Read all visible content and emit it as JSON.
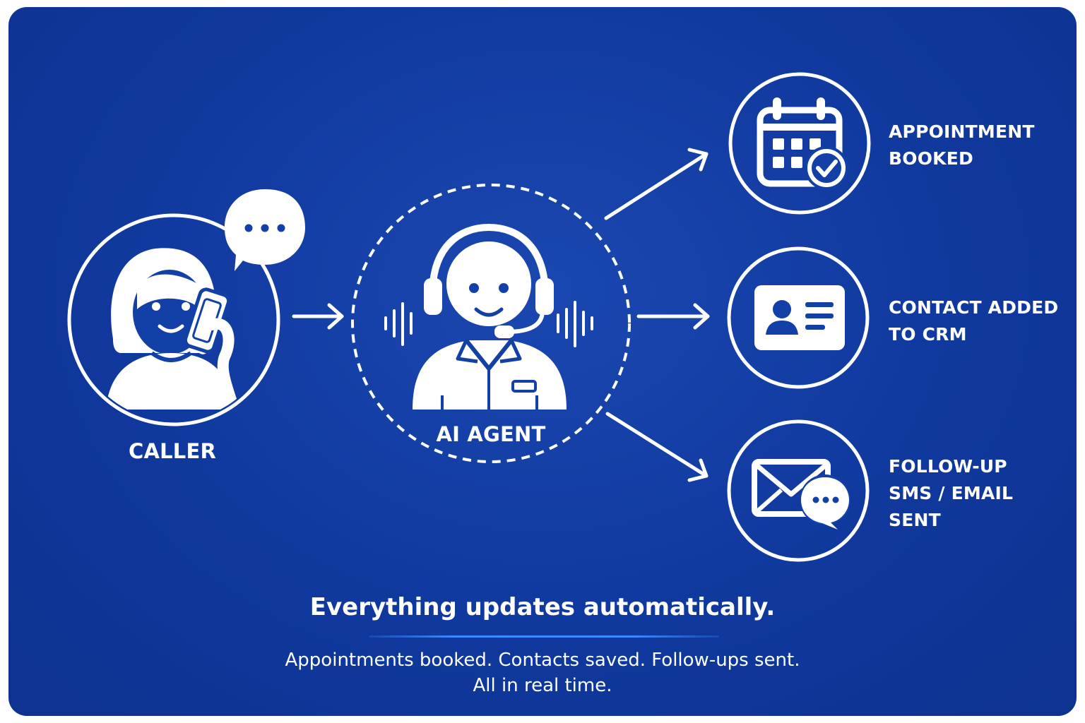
{
  "colors": {
    "background": "#1240a6",
    "stroke": "#ffffff",
    "accent": "#3d8cff"
  },
  "nodes": {
    "caller": {
      "label": "CALLER",
      "icon": "person-on-phone-icon"
    },
    "agent": {
      "label": "AI AGENT",
      "icon": "headset-agent-icon"
    }
  },
  "outcomes": [
    {
      "lines": [
        "APPOINTMENT",
        "BOOKED"
      ],
      "icon": "calendar-check-icon"
    },
    {
      "lines": [
        "CONTACT ADDED",
        "TO CRM"
      ],
      "icon": "contact-card-icon"
    },
    {
      "lines": [
        "FOLLOW-UP",
        "SMS / EMAIL",
        "SENT"
      ],
      "icon": "envelope-chat-icon"
    }
  ],
  "footer": {
    "headline": "Everything updates automatically.",
    "sub_line_1": "Appointments booked. Contacts saved. Follow-ups sent.",
    "sub_line_2": "All in real time."
  }
}
